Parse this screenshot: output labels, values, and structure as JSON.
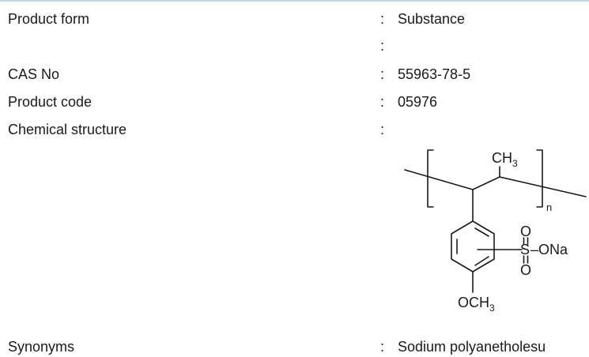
{
  "rows": [
    {
      "label": "Product form",
      "colon": ":",
      "value": "Substance"
    },
    {
      "label": "",
      "colon": ":",
      "value": ""
    },
    {
      "label": "CAS No",
      "colon": ":",
      "value": "55963-78-5"
    },
    {
      "label": "Product code",
      "colon": ":",
      "value": "05976"
    },
    {
      "label": "Chemical structure",
      "colon": ":",
      "value": ""
    },
    {
      "label": "Synonyms",
      "colon": ":",
      "value": "Sodium polyanetholesu"
    }
  ],
  "structure": {
    "methyl_top": {
      "c": "CH",
      "sub": "3"
    },
    "repeat_subscript": "n",
    "sulfonyl": {
      "o_top": "O",
      "s": "S",
      "ona": "–ONa",
      "o_bottom": "O"
    },
    "methoxy": {
      "oc": "OCH",
      "sub": "3"
    }
  }
}
